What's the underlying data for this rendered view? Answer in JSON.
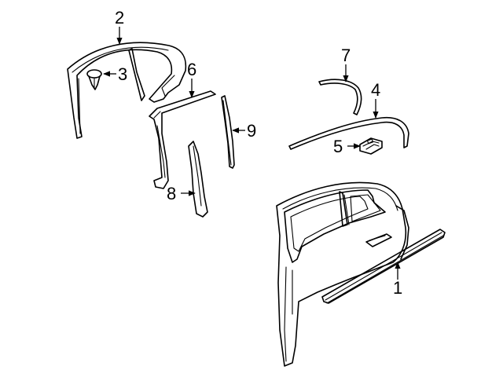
{
  "diagram": {
    "callouts": [
      {
        "id": "1",
        "label": "1"
      },
      {
        "id": "2",
        "label": "2"
      },
      {
        "id": "3",
        "label": "3"
      },
      {
        "id": "4",
        "label": "4"
      },
      {
        "id": "5",
        "label": "5"
      },
      {
        "id": "6",
        "label": "6"
      },
      {
        "id": "7",
        "label": "7"
      },
      {
        "id": "8",
        "label": "8"
      },
      {
        "id": "9",
        "label": "9"
      }
    ],
    "colors": {
      "line": "#000000",
      "background": "#ffffff"
    }
  }
}
